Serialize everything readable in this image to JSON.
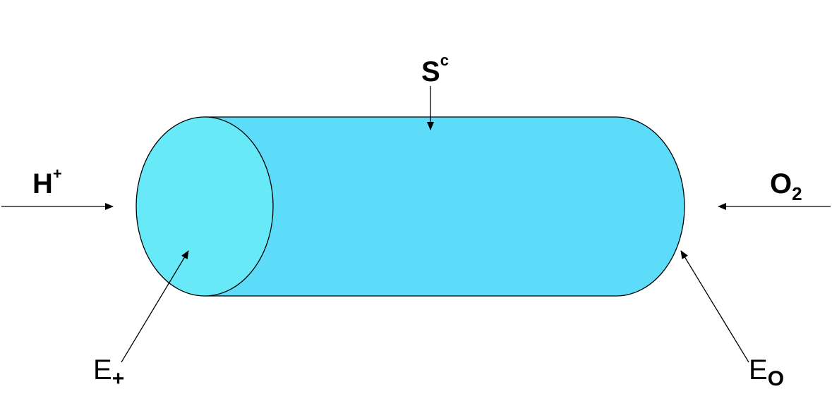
{
  "colors": {
    "cylinder_body": "#5CDCF8",
    "cylinder_cap": "#68E9F8",
    "stroke": "#000000",
    "background": "#FFFFFF"
  },
  "labels": {
    "surface": {
      "base": "S",
      "sup": "c"
    },
    "proton": {
      "base": "H",
      "sup": "+"
    },
    "oxygen": {
      "base": "O",
      "sub": "2"
    },
    "left_end": {
      "base": "E",
      "sub": "+"
    },
    "right_end": {
      "base": "E",
      "sub": "O"
    }
  }
}
